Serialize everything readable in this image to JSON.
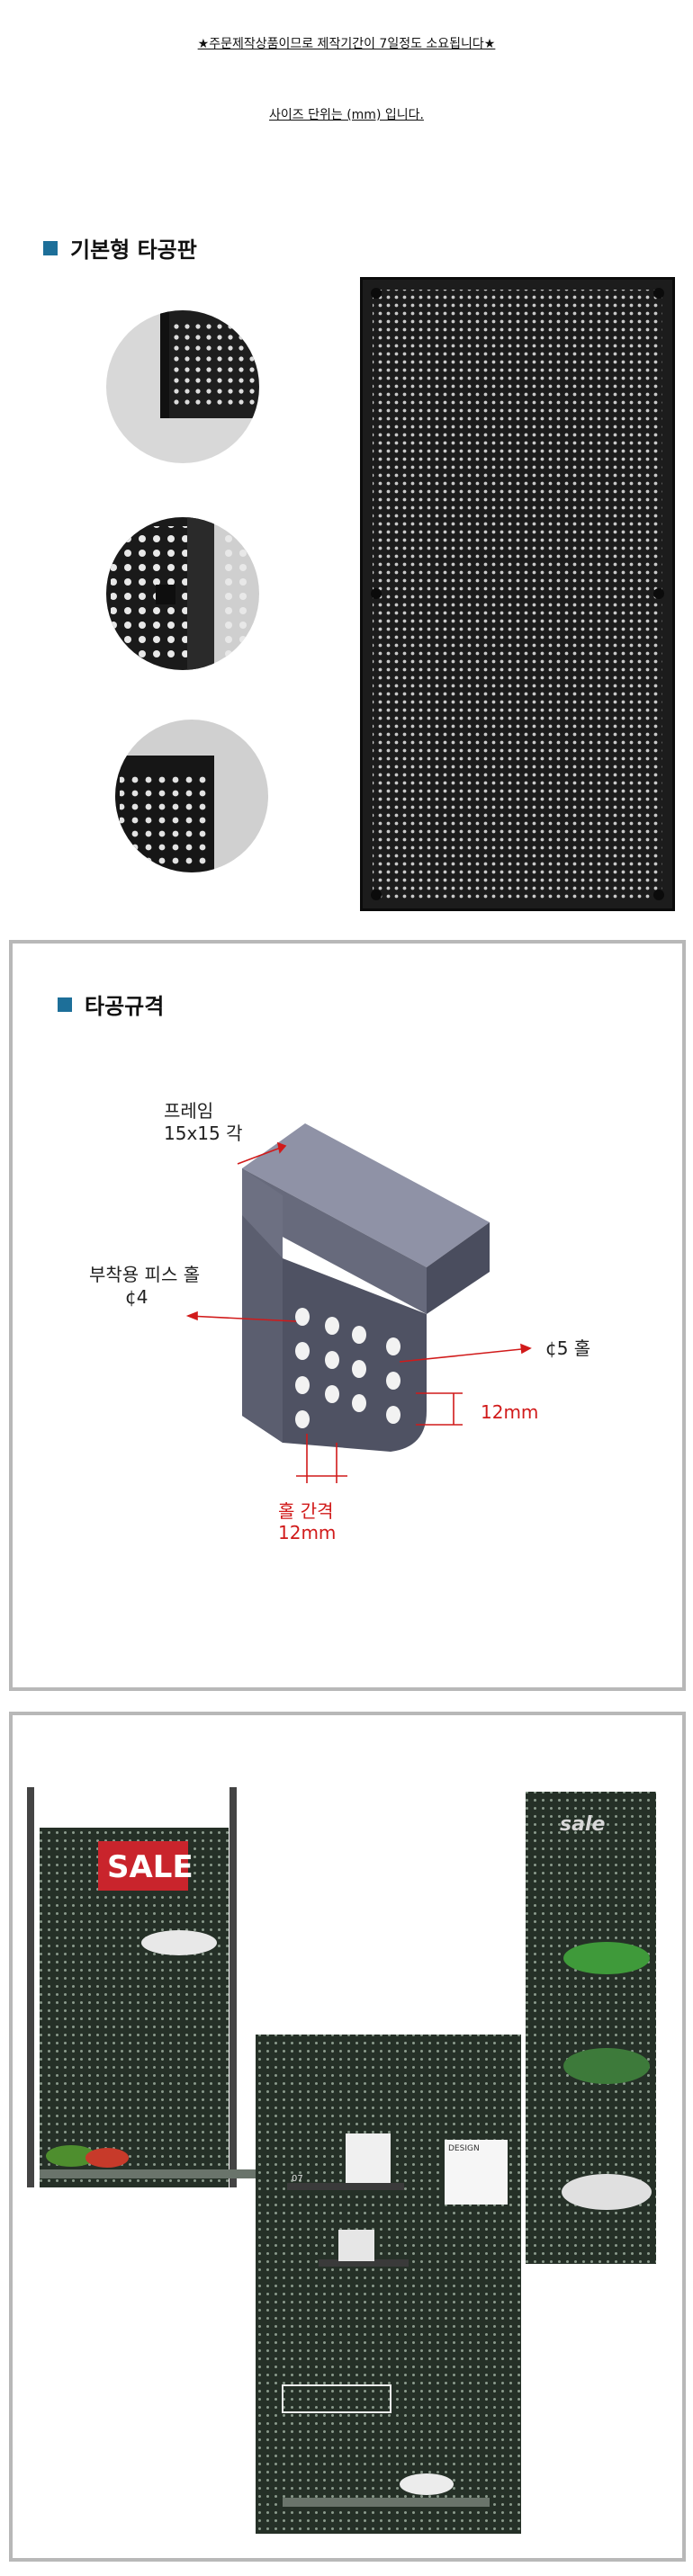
{
  "notices": {
    "lead_time": "★주문제작상품이므로 제작기간이 7일정도 소요됩니다★",
    "size_unit": "사이즈 단위는 (mm) 입니다."
  },
  "section1": {
    "title": "기본형 타공판"
  },
  "section2": {
    "title": "타공규격",
    "labels": {
      "frame_line1": "프레임",
      "frame_line2": "15x15 각",
      "mount_line1": "부착용 피스 홀",
      "mount_line2": "¢4",
      "hole5": "¢5 홀",
      "vertical_gap": "12mm",
      "spacing_line1": "홀 간격",
      "spacing_line2": "12mm"
    }
  },
  "section3": {
    "sale_sign_left": "SALE",
    "sale_sign_right": "sale",
    "book_label": "DESIGN",
    "tag_number": "07"
  },
  "colors": {
    "accent": "#1d6f99",
    "panel": "#232323",
    "red_label": "#d11a1a",
    "frame_border": "#b8b8b8"
  }
}
